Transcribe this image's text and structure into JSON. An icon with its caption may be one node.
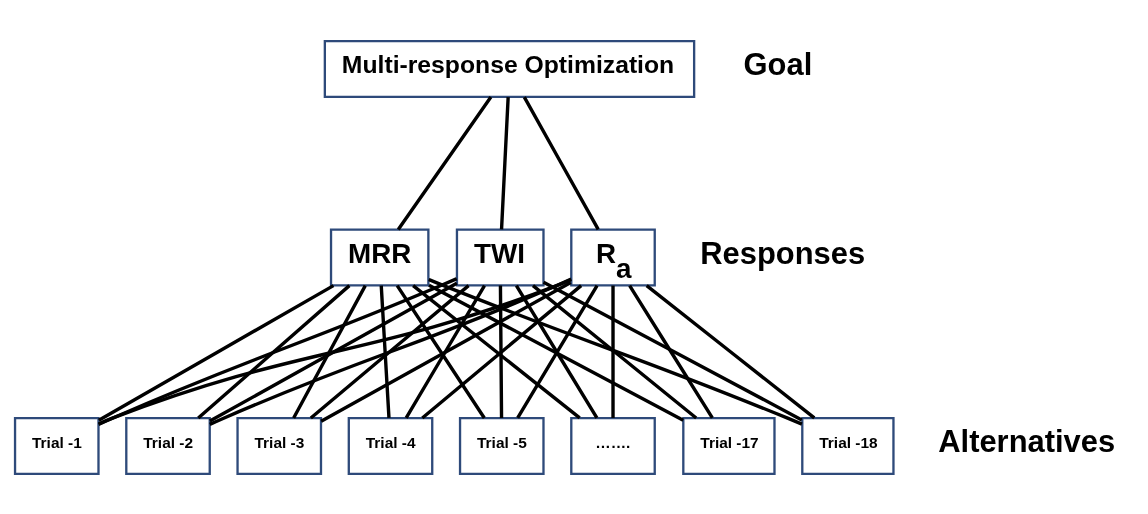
{
  "diagram": {
    "nodes": [
      {
        "text": [
          "Multi-response Optimization"
        ]
      },
      {
        "text": [
          "MRR"
        ]
      },
      {
        "text": [
          "TWI"
        ]
      },
      {
        "text": [
          "R$_{a}$"
        ]
      },
      {
        "text": [
          "Trial -1"
        ]
      },
      {
        "text": [
          "Trial -2"
        ]
      },
      {
        "text": [
          "Trial -3"
        ]
      },
      {
        "text": [
          "Trial -4"
        ]
      },
      {
        "text": [
          "Trial -5"
        ]
      },
      {
        "text": [
          "……."
        ]
      },
      {
        "text": [
          "Trial -17"
        ]
      },
      {
        "text": [
          "Trial -18"
        ]
      }
    ],
    "edges": [
      {
        "from": 0,
        "to": 1,
        "arrow": "none"
      },
      {
        "from": 0,
        "to": 2,
        "arrow": "none"
      },
      {
        "from": 0,
        "to": 3,
        "arrow": "none"
      },
      {
        "from": 1,
        "to": 4,
        "arrow": "none"
      },
      {
        "from": 1,
        "to": 5,
        "arrow": "none"
      },
      {
        "from": 1,
        "to": 6,
        "arrow": "none"
      },
      {
        "from": 1,
        "to": 7,
        "arrow": "none"
      },
      {
        "from": 1,
        "to": 8,
        "arrow": "none"
      },
      {
        "from": 1,
        "to": 9,
        "arrow": "none"
      },
      {
        "from": 1,
        "to": 10,
        "arrow": "none"
      },
      {
        "from": 1,
        "to": 11,
        "arrow": "none"
      },
      {
        "from": 2,
        "to": 4,
        "arrow": "none"
      },
      {
        "from": 2,
        "to": 5,
        "arrow": "none"
      },
      {
        "from": 2,
        "to": 6,
        "arrow": "none"
      },
      {
        "from": 2,
        "to": 7,
        "arrow": "none"
      },
      {
        "from": 2,
        "to": 8,
        "arrow": "none"
      },
      {
        "from": 2,
        "to": 9,
        "arrow": "none"
      },
      {
        "from": 2,
        "to": 10,
        "arrow": "none"
      },
      {
        "from": 2,
        "to": 11,
        "arrow": "none"
      },
      {
        "from": 3,
        "to": 4,
        "arrow": "none"
      },
      {
        "from": 3,
        "to": 5,
        "arrow": "none"
      },
      {
        "from": 3,
        "to": 6,
        "arrow": "none"
      },
      {
        "from": 3,
        "to": 7,
        "arrow": "none"
      },
      {
        "from": 3,
        "to": 8,
        "arrow": "none"
      },
      {
        "from": 3,
        "to": 9,
        "arrow": "none"
      },
      {
        "from": 3,
        "to": 10,
        "arrow": "none"
      },
      {
        "from": 3,
        "to": 11,
        "arrow": "none"
      }
    ],
    "labels": [
      "Goal",
      "Responses",
      "Alternatives"
    ]
  }
}
